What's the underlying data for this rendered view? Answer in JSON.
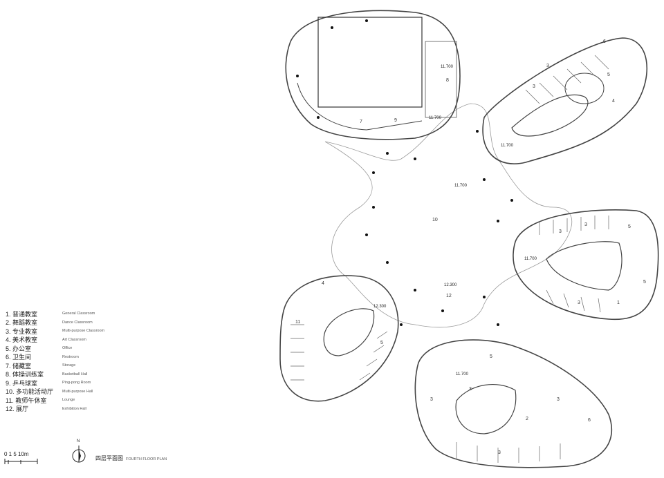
{
  "legend": [
    {
      "zh": "1. 普通教室",
      "en": "General Classroom"
    },
    {
      "zh": "2. 舞蹈教室",
      "en": "Dance Classroom"
    },
    {
      "zh": "3. 专业教室",
      "en": "Multi-purpose Classroom"
    },
    {
      "zh": "4. 美术教室",
      "en": "Art Classroom"
    },
    {
      "zh": "5. 办公室",
      "en": "Office"
    },
    {
      "zh": "6. 卫生间",
      "en": "Restroom"
    },
    {
      "zh": "7. 储藏室",
      "en": "Storage"
    },
    {
      "zh": "8. 体操训练室",
      "en": "Basketball Hall"
    },
    {
      "zh": "9. 乒乓球室",
      "en": "Ping-pong Room"
    },
    {
      "zh": "10. 多功能活动厅",
      "en": "Multi-purpose Hall"
    },
    {
      "zh": "11. 教师午休室",
      "en": "Lounge"
    },
    {
      "zh": "12. 展厅",
      "en": "Exhibition Hall"
    }
  ],
  "caption": {
    "zh": "四层平面图",
    "en": "FOURTH FLOOR PLAN"
  },
  "scale": {
    "labels": "0 1    5    10m"
  },
  "north": "N",
  "elevations": [
    "11.700",
    "11.700",
    "11.700",
    "11.700",
    "11.700",
    "11.700",
    "12.300",
    "12.300"
  ],
  "room_numbers": [
    "8",
    "7",
    "9",
    "10",
    "12",
    "11",
    "3",
    "3",
    "3",
    "3",
    "3",
    "3",
    "3",
    "3",
    "3",
    "2",
    "5",
    "5",
    "5",
    "5",
    "5",
    "6",
    "6",
    "4",
    "4",
    "1"
  ]
}
